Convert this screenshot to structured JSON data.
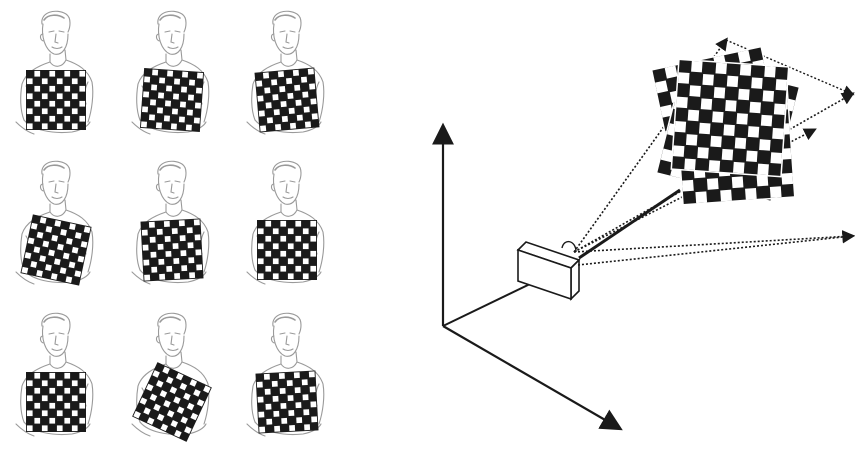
{
  "figure": {
    "left_panel": {
      "description_visible": false,
      "rows": 3,
      "columns": 3,
      "board_poses": [
        {
          "rotation_deg": 0
        },
        {
          "rotation_deg": 4
        },
        {
          "rotation_deg": -5
        },
        {
          "rotation_deg": 12
        },
        {
          "rotation_deg": -3
        },
        {
          "rotation_deg": 0
        },
        {
          "rotation_deg": 0
        },
        {
          "rotation_deg": 25
        },
        {
          "rotation_deg": -3
        }
      ],
      "board_squares": 8
    },
    "right_panel": {
      "axes_count": 3,
      "stacked_boards": 4,
      "board_squares": 9
    },
    "colors": {
      "ink": "#1a1a1a",
      "sketch": "#9a9a9a",
      "paper": "#ffffff"
    }
  }
}
